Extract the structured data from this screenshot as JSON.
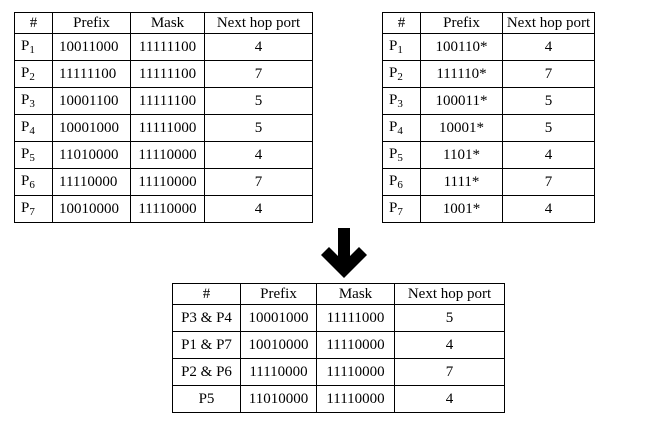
{
  "headers": [
    "#",
    "Prefix",
    "Mask",
    "Next hop port"
  ],
  "headers_right": [
    "#",
    "Prefix",
    "Next hop port"
  ],
  "left_rows": [
    {
      "p": "P",
      "s": "1",
      "prefix": "10011000",
      "mask": "11111100",
      "port": "4"
    },
    {
      "p": "P",
      "s": "2",
      "prefix": "11111100",
      "mask": "11111100",
      "port": "7"
    },
    {
      "p": "P",
      "s": "3",
      "prefix": "10001100",
      "mask": "11111100",
      "port": "5"
    },
    {
      "p": "P",
      "s": "4",
      "prefix": "10001000",
      "mask": "11111000",
      "port": "5"
    },
    {
      "p": "P",
      "s": "5",
      "prefix": "11010000",
      "mask": "11110000",
      "port": "4"
    },
    {
      "p": "P",
      "s": "6",
      "prefix": "11110000",
      "mask": "11110000",
      "port": "7"
    },
    {
      "p": "P",
      "s": "7",
      "prefix": "10010000",
      "mask": "11110000",
      "port": "4"
    }
  ],
  "right_rows": [
    {
      "p": "P",
      "s": "1",
      "prefix": "100110*",
      "port": "4"
    },
    {
      "p": "P",
      "s": "2",
      "prefix": "111110*",
      "port": "7"
    },
    {
      "p": "P",
      "s": "3",
      "prefix": "100011*",
      "port": "5"
    },
    {
      "p": "P",
      "s": "4",
      "prefix": "10001*",
      "port": "5"
    },
    {
      "p": "P",
      "s": "5",
      "prefix": "1101*",
      "port": "4"
    },
    {
      "p": "P",
      "s": "6",
      "prefix": "1111*",
      "port": "7"
    },
    {
      "p": "P",
      "s": "7",
      "prefix": "1001*",
      "port": "4"
    }
  ],
  "bottom_rows": [
    {
      "a": "P",
      "as": "3",
      "amp": " & ",
      "b": "P",
      "bs": "4",
      "prefix": "10001000",
      "mask": "11111000",
      "port": "5"
    },
    {
      "a": "P",
      "as": "1",
      "amp": " & ",
      "b": "P",
      "bs": "7",
      "prefix": "10010000",
      "mask": "11110000",
      "port": "4"
    },
    {
      "a": "P",
      "as": "2",
      "amp": " & ",
      "b": "P",
      "bs": "6",
      "prefix": "11110000",
      "mask": "11110000",
      "port": "7"
    },
    {
      "a": "P",
      "as": "5",
      "amp": "",
      "b": "",
      "bs": "",
      "prefix": "11010000",
      "mask": "11110000",
      "port": "4"
    }
  ],
  "arrow_icon": "arrow-down-icon"
}
